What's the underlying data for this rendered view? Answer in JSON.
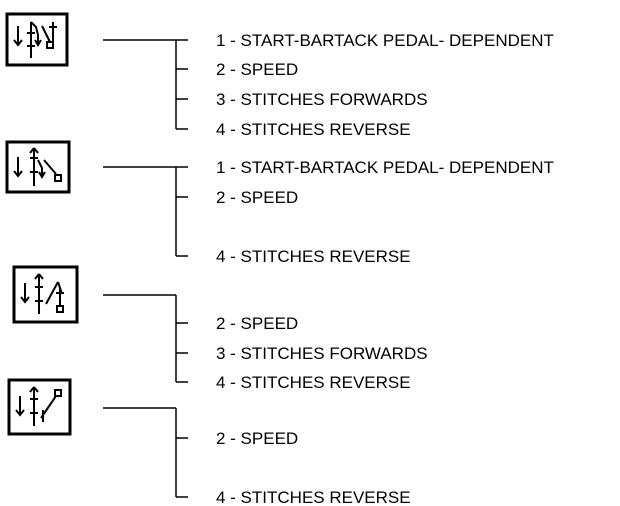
{
  "groups": [
    {
      "icon": "bartack-start-end-icon",
      "params": [
        {
          "label": "1 - START-BARTACK PEDAL- DEPENDENT"
        },
        {
          "label": "2 - SPEED"
        },
        {
          "label": "3 - STITCHES FORWARDS"
        },
        {
          "label": "4 - STITCHES REVERSE"
        }
      ]
    },
    {
      "icon": "bartack-start-icon",
      "params": [
        {
          "label": "1 - START-BARTACK PEDAL- DEPENDENT"
        },
        {
          "label": "2 - SPEED"
        },
        {
          "label": "4 - STITCHES REVERSE"
        }
      ]
    },
    {
      "icon": "bartack-end-icon",
      "params": [
        {
          "label": "2 - SPEED"
        },
        {
          "label": "3 - STITCHES FORWARDS"
        },
        {
          "label": "4 - STITCHES REVERSE"
        }
      ]
    },
    {
      "icon": "bartack-end-single-icon",
      "params": [
        {
          "label": "2 - SPEED"
        },
        {
          "label": "4 - STITCHES REVERSE"
        }
      ]
    }
  ]
}
